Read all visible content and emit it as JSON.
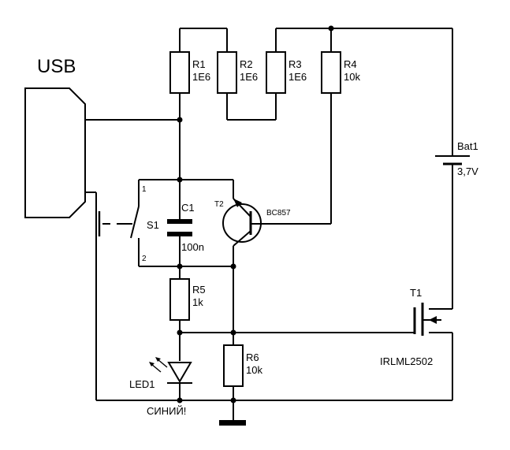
{
  "connector": {
    "label": "USB"
  },
  "resistors": [
    {
      "ref": "R1",
      "value": "1E6"
    },
    {
      "ref": "R2",
      "value": "1E6"
    },
    {
      "ref": "R3",
      "value": "1E6"
    },
    {
      "ref": "R4",
      "value": "10k"
    },
    {
      "ref": "R5",
      "value": "1k"
    },
    {
      "ref": "R6",
      "value": "10k"
    }
  ],
  "capacitor": {
    "ref": "C1",
    "value": "100n"
  },
  "switch": {
    "ref": "S1",
    "pin1": "1",
    "pin2": "2"
  },
  "pnp_transistor": {
    "ref": "T2",
    "part": "BC857"
  },
  "mosfet": {
    "ref": "T1",
    "part": "IRLML2502"
  },
  "battery": {
    "ref": "Bat1",
    "value": "3,7V"
  },
  "led": {
    "ref": "LED1",
    "note": "СИНИЙ!"
  }
}
